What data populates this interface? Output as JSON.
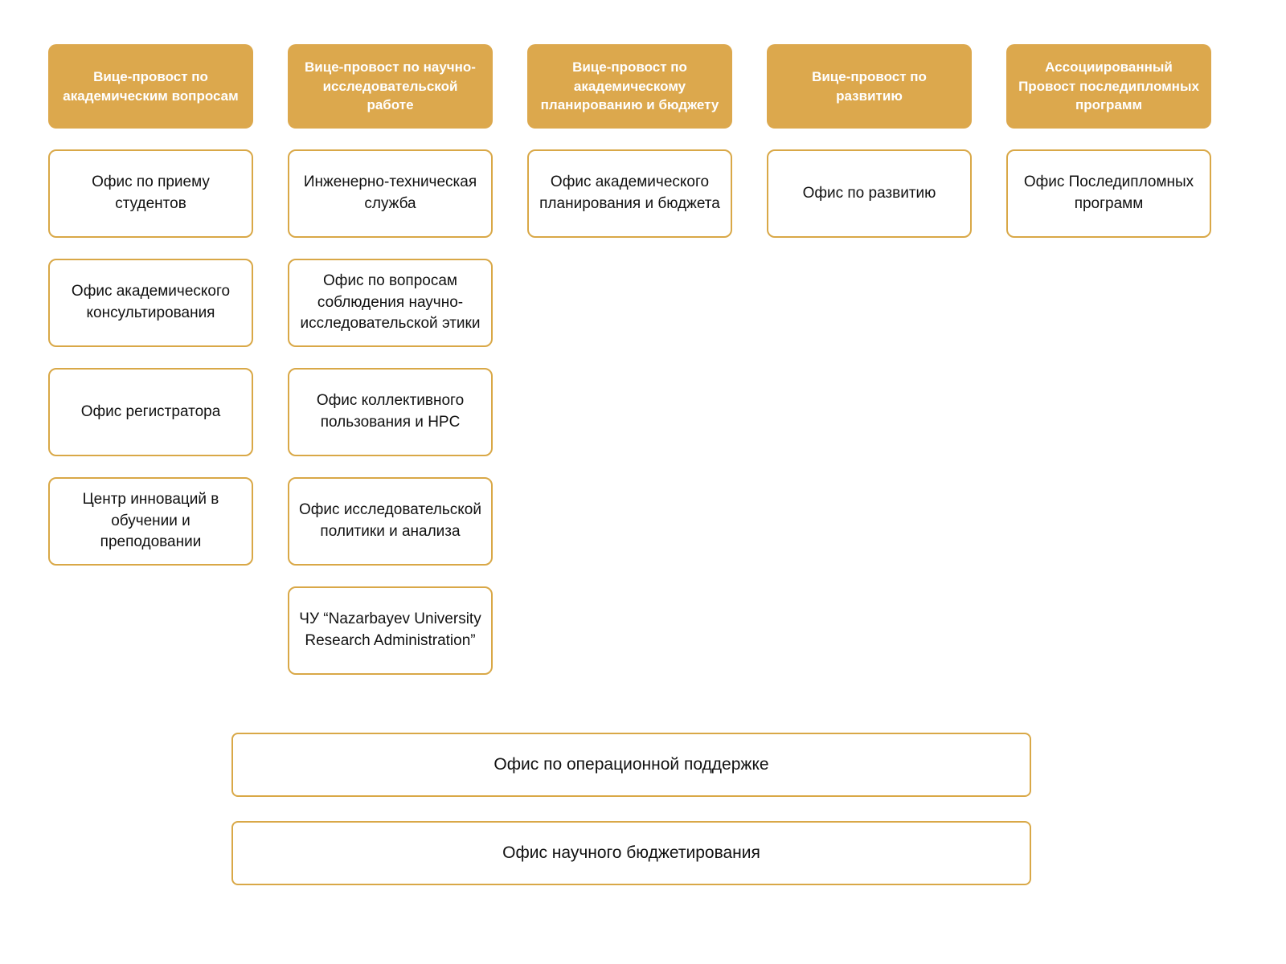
{
  "colors": {
    "header_bg": "#DCA84D",
    "box_border": "#D9A847",
    "header_text": "#FFFFFF",
    "body_text": "#111111",
    "background": "#FFFFFF"
  },
  "columns": [
    {
      "header": "Вице-провост по академическим вопросам",
      "items": [
        "Офис по приему студентов",
        "Офис академического консультирования",
        "Офис регистратора",
        "Центр инноваций в обучении и преподовании"
      ]
    },
    {
      "header": "Вице-провост по научно-исследовательской работе",
      "items": [
        "Инженерно-техническая служба",
        "Офис по вопросам соблюдения научно-исследовательской этики",
        "Офис коллективного пользования и HPC",
        "Офис исследовательской политики и анализа",
        "ЧУ “Nazarbayev University Research Administration”"
      ]
    },
    {
      "header": "Вице-провост по академическому планированию и бюджету",
      "items": [
        "Офис академического планирования и бюджета"
      ]
    },
    {
      "header": "Вице-провост по развитию",
      "items": [
        "Офис по развитию"
      ]
    },
    {
      "header": "Ассоциированный Провост последипломных программ",
      "items": [
        "Офис Последипломных программ"
      ]
    }
  ],
  "bottom_boxes": [
    "Офис по операционной поддержке",
    "Офис научного бюджетирования"
  ]
}
